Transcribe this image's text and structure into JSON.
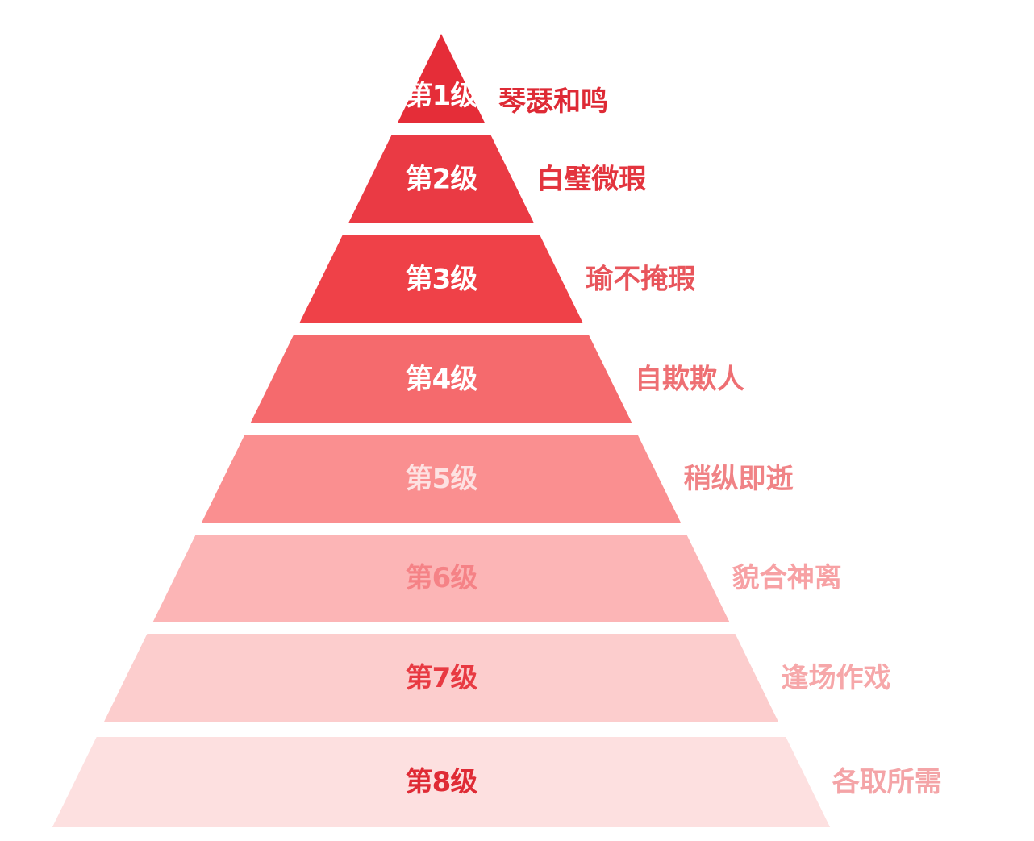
{
  "pyramid": {
    "levels": [
      {
        "label": "第1级",
        "description": "琴瑟和鸣",
        "fill": "#e52d38",
        "label_color": "#ffffff",
        "desc_color": "#de2a35"
      },
      {
        "label": "第2级",
        "description": "白璧微瑕",
        "fill": "#ea3a44",
        "label_color": "#ffffff",
        "desc_color": "#e3343e"
      },
      {
        "label": "第3级",
        "description": "瑜不掩瑕",
        "fill": "#ef4148",
        "label_color": "#ffffff",
        "desc_color": "#e8555b"
      },
      {
        "label": "第4级",
        "description": "自欺欺人",
        "fill": "#f56a6d",
        "label_color": "#ffffff",
        "desc_color": "#ee6f73"
      },
      {
        "label": "第5级",
        "description": "稍纵即逝",
        "fill": "#fa8f90",
        "label_color": "#fde2e2",
        "desc_color": "#f08386"
      },
      {
        "label": "第6级",
        "description": "貌合神离",
        "fill": "#fcb5b6",
        "label_color": "#f58286",
        "desc_color": "#f7a1a4"
      },
      {
        "label": "第7级",
        "description": "逢场作戏",
        "fill": "#fccdcd",
        "label_color": "#e83a42",
        "desc_color": "#f6a7a9"
      },
      {
        "label": "第8级",
        "description": "各取所需",
        "fill": "#fde0e0",
        "label_color": "#df2b35",
        "desc_color": "#f4a4a7"
      }
    ]
  }
}
